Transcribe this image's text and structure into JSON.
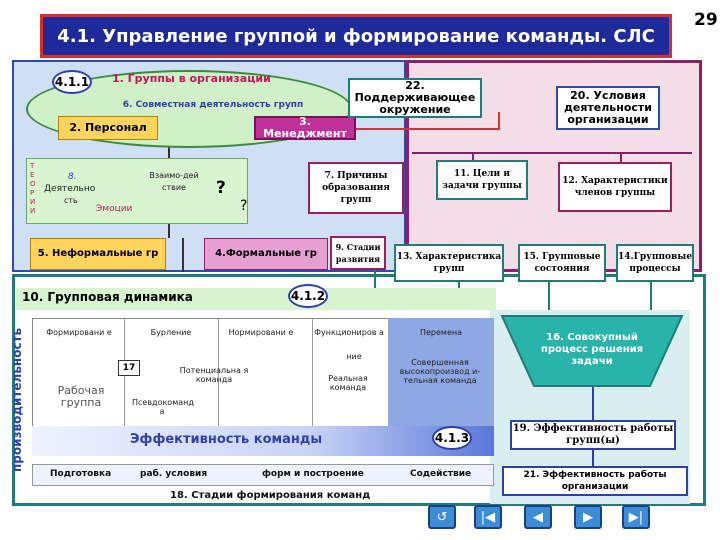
{
  "title": "4.1. Управление группой и формирование команды. СЛС",
  "page_number": "29",
  "badges": {
    "b411": "4.1.1",
    "b412": "4.1.2",
    "b413": "4.1.3"
  },
  "top_left": {
    "groups": "1. Группы в организации",
    "joint": "6. Совместная деятельность групп",
    "personnel": "2. Персонал",
    "management": "3. Менеджмент",
    "theories": "Т\nЕ\nО\nР\nИ\nИ",
    "activity_num": "8.",
    "activity": "Деятельно",
    "activity_end": "сть",
    "interaction": "Взаимо-дей ствие",
    "emotions": "Эмоции",
    "q1": "?",
    "q2": "?",
    "informal": "5. Неформальные гр",
    "formal": "4.Формальные гр"
  },
  "middle": {
    "reasons": "7. Причины образования групп",
    "stages": "9. Стадии развития",
    "support": "22. Поддерживающее окружение",
    "goals": "11. Цели и задачи группы"
  },
  "right": {
    "conditions": "20. Условия деятельности организации",
    "members": "12. Характеристики членов группы",
    "group_char": "13. Характеристика групп",
    "group_states": "15. Групповые состояния",
    "group_proc": "14.Групповые процессы",
    "cumulative": "16. Совокупный процесс решения задачи",
    "eff_groups": "19. Эффективность работы групп(ы)",
    "eff_org": "21. Эффективность работы организации"
  },
  "dynamics": {
    "title": "10.  Групповая динамика",
    "y_label": "производительность",
    "stages": [
      "Формировани е",
      "Бурление",
      "Нормировани е",
      "Функциониров а",
      "Перемена"
    ],
    "num17": "17",
    "working_group": "Рабочая группа",
    "pseudo": "Псевдокоманд а",
    "potential": "Потенциальна я команда",
    "real_pre": "ние",
    "real": "Реальная команда",
    "perfect": "Совершенная высокопроизвод и-тельная команда",
    "team_eff": "Эффективность команды",
    "footer": [
      "Подготовка",
      "раб. условия",
      "форм и построение",
      "Содействие"
    ],
    "stages_caption": "18.  Стадии формирования команд"
  },
  "nav": [
    "↺",
    "|◀",
    "◀",
    "▶",
    "▶|"
  ]
}
